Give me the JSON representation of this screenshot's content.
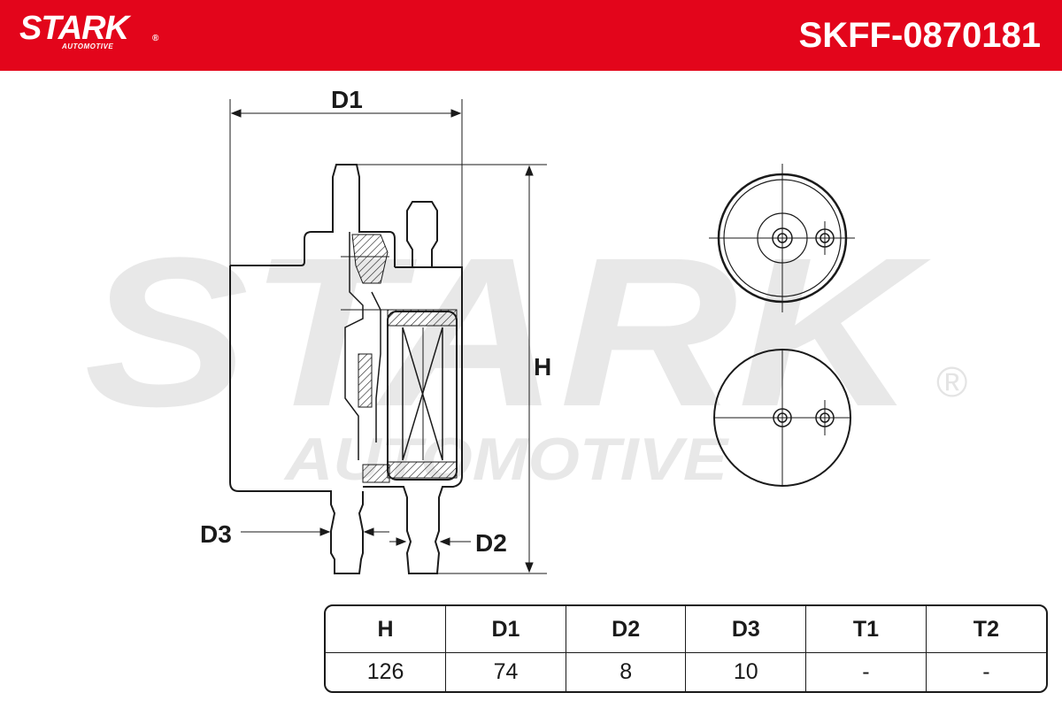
{
  "header": {
    "brand": "STARK",
    "brand_sub": "AUTOMOTIVE",
    "registered_mark": "®",
    "part_number": "SKFF-0870181",
    "color": "#e3051b"
  },
  "watermark": {
    "word": "STARK",
    "sub": "AUTOMOTIVE",
    "registered_mark": "®"
  },
  "dimension_labels": {
    "d1": "D1",
    "h": "H",
    "d2": "D2",
    "d3": "D3"
  },
  "spec_table": {
    "headers": [
      "H",
      "D1",
      "D2",
      "D3",
      "T1",
      "T2"
    ],
    "values": [
      "126",
      "74",
      "8",
      "10",
      "-",
      "-"
    ]
  }
}
